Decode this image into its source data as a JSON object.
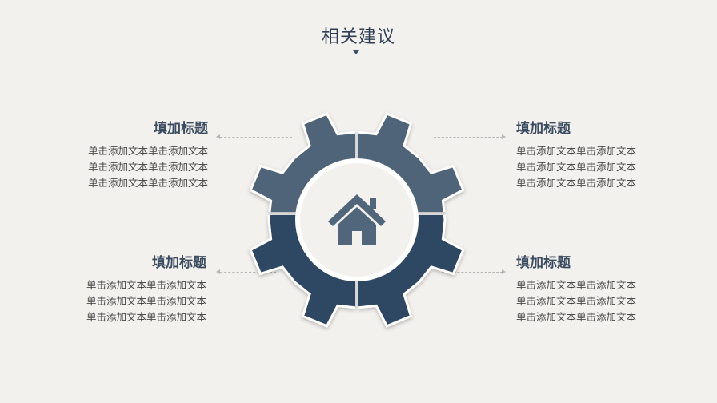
{
  "title": "相关建议",
  "colors": {
    "gear_top": "#4f6479",
    "gear_bottom": "#2f4762",
    "background": "#f3f1ee",
    "accent": "#3d5068"
  },
  "center_icon": "house-icon",
  "blocks": [
    {
      "heading": "填加标题",
      "lines": [
        "单击添加文本单击添加文本",
        "单击添加文本单击添加文本",
        "单击添加文本单击添加文本"
      ]
    },
    {
      "heading": "填加标题",
      "lines": [
        "单击添加文本单击添加文本",
        "单击添加文本单击添加文本",
        "单击添加文本单击添加文本"
      ]
    },
    {
      "heading": "填加标题",
      "lines": [
        "单击添加文本单击添加文本",
        "单击添加文本单击添加文本",
        "单击添加文本单击添加文本"
      ]
    },
    {
      "heading": "填加标题",
      "lines": [
        "单击添加文本单击添加文本",
        "单击添加文本单击添加文本",
        "单击添加文本单击添加文本"
      ]
    }
  ]
}
